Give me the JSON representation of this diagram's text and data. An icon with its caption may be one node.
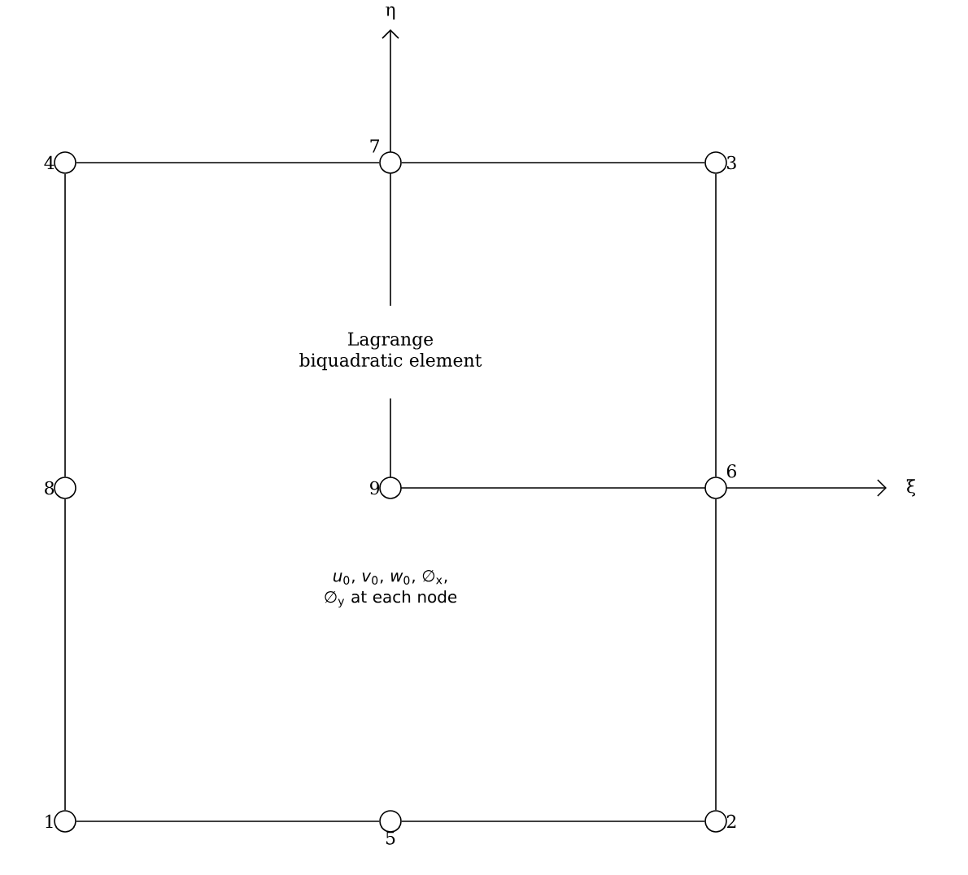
{
  "diagram": {
    "nodes": [
      {
        "text": [],
        "shape": "circle",
        "beside": [
          "4"
        ]
      },
      {
        "text": [],
        "shape": "circle",
        "beside": [
          "7"
        ]
      },
      {
        "text": [],
        "shape": "circle",
        "beside": [
          "3"
        ]
      },
      {
        "text": [],
        "shape": "circle",
        "beside": [
          "8"
        ]
      },
      {
        "text": [],
        "shape": "circle",
        "beside": [
          "9"
        ]
      },
      {
        "text": [],
        "shape": "circle",
        "beside": [
          "6"
        ]
      },
      {
        "text": [],
        "shape": "circle",
        "beside": [
          "1"
        ]
      },
      {
        "text": [],
        "shape": "circle",
        "beside": [
          "5"
        ]
      },
      {
        "text": [],
        "shape": "circle",
        "beside": [
          "2"
        ]
      }
    ],
    "edges": [
      {
        "from": 0,
        "to": 1,
        "arrow": "none"
      },
      {
        "from": 1,
        "to": 2,
        "arrow": "none"
      },
      {
        "from": 2,
        "to": 5,
        "arrow": "none"
      },
      {
        "from": 5,
        "to": 8,
        "arrow": "none"
      },
      {
        "from": 8,
        "to": 7,
        "arrow": "none"
      },
      {
        "from": 7,
        "to": 6,
        "arrow": "none"
      },
      {
        "from": 6,
        "to": 3,
        "arrow": "none"
      },
      {
        "from": 3,
        "to": 0,
        "arrow": "none"
      }
    ],
    "labels": [
      "η",
      "Lagrange biquadratic element",
      "ξ",
      "*u*$_{0}$, *v*$_{0}$, *w*$_{0}$, ∅$_{x}$, ∅$_{y}$ at each node"
    ]
  }
}
